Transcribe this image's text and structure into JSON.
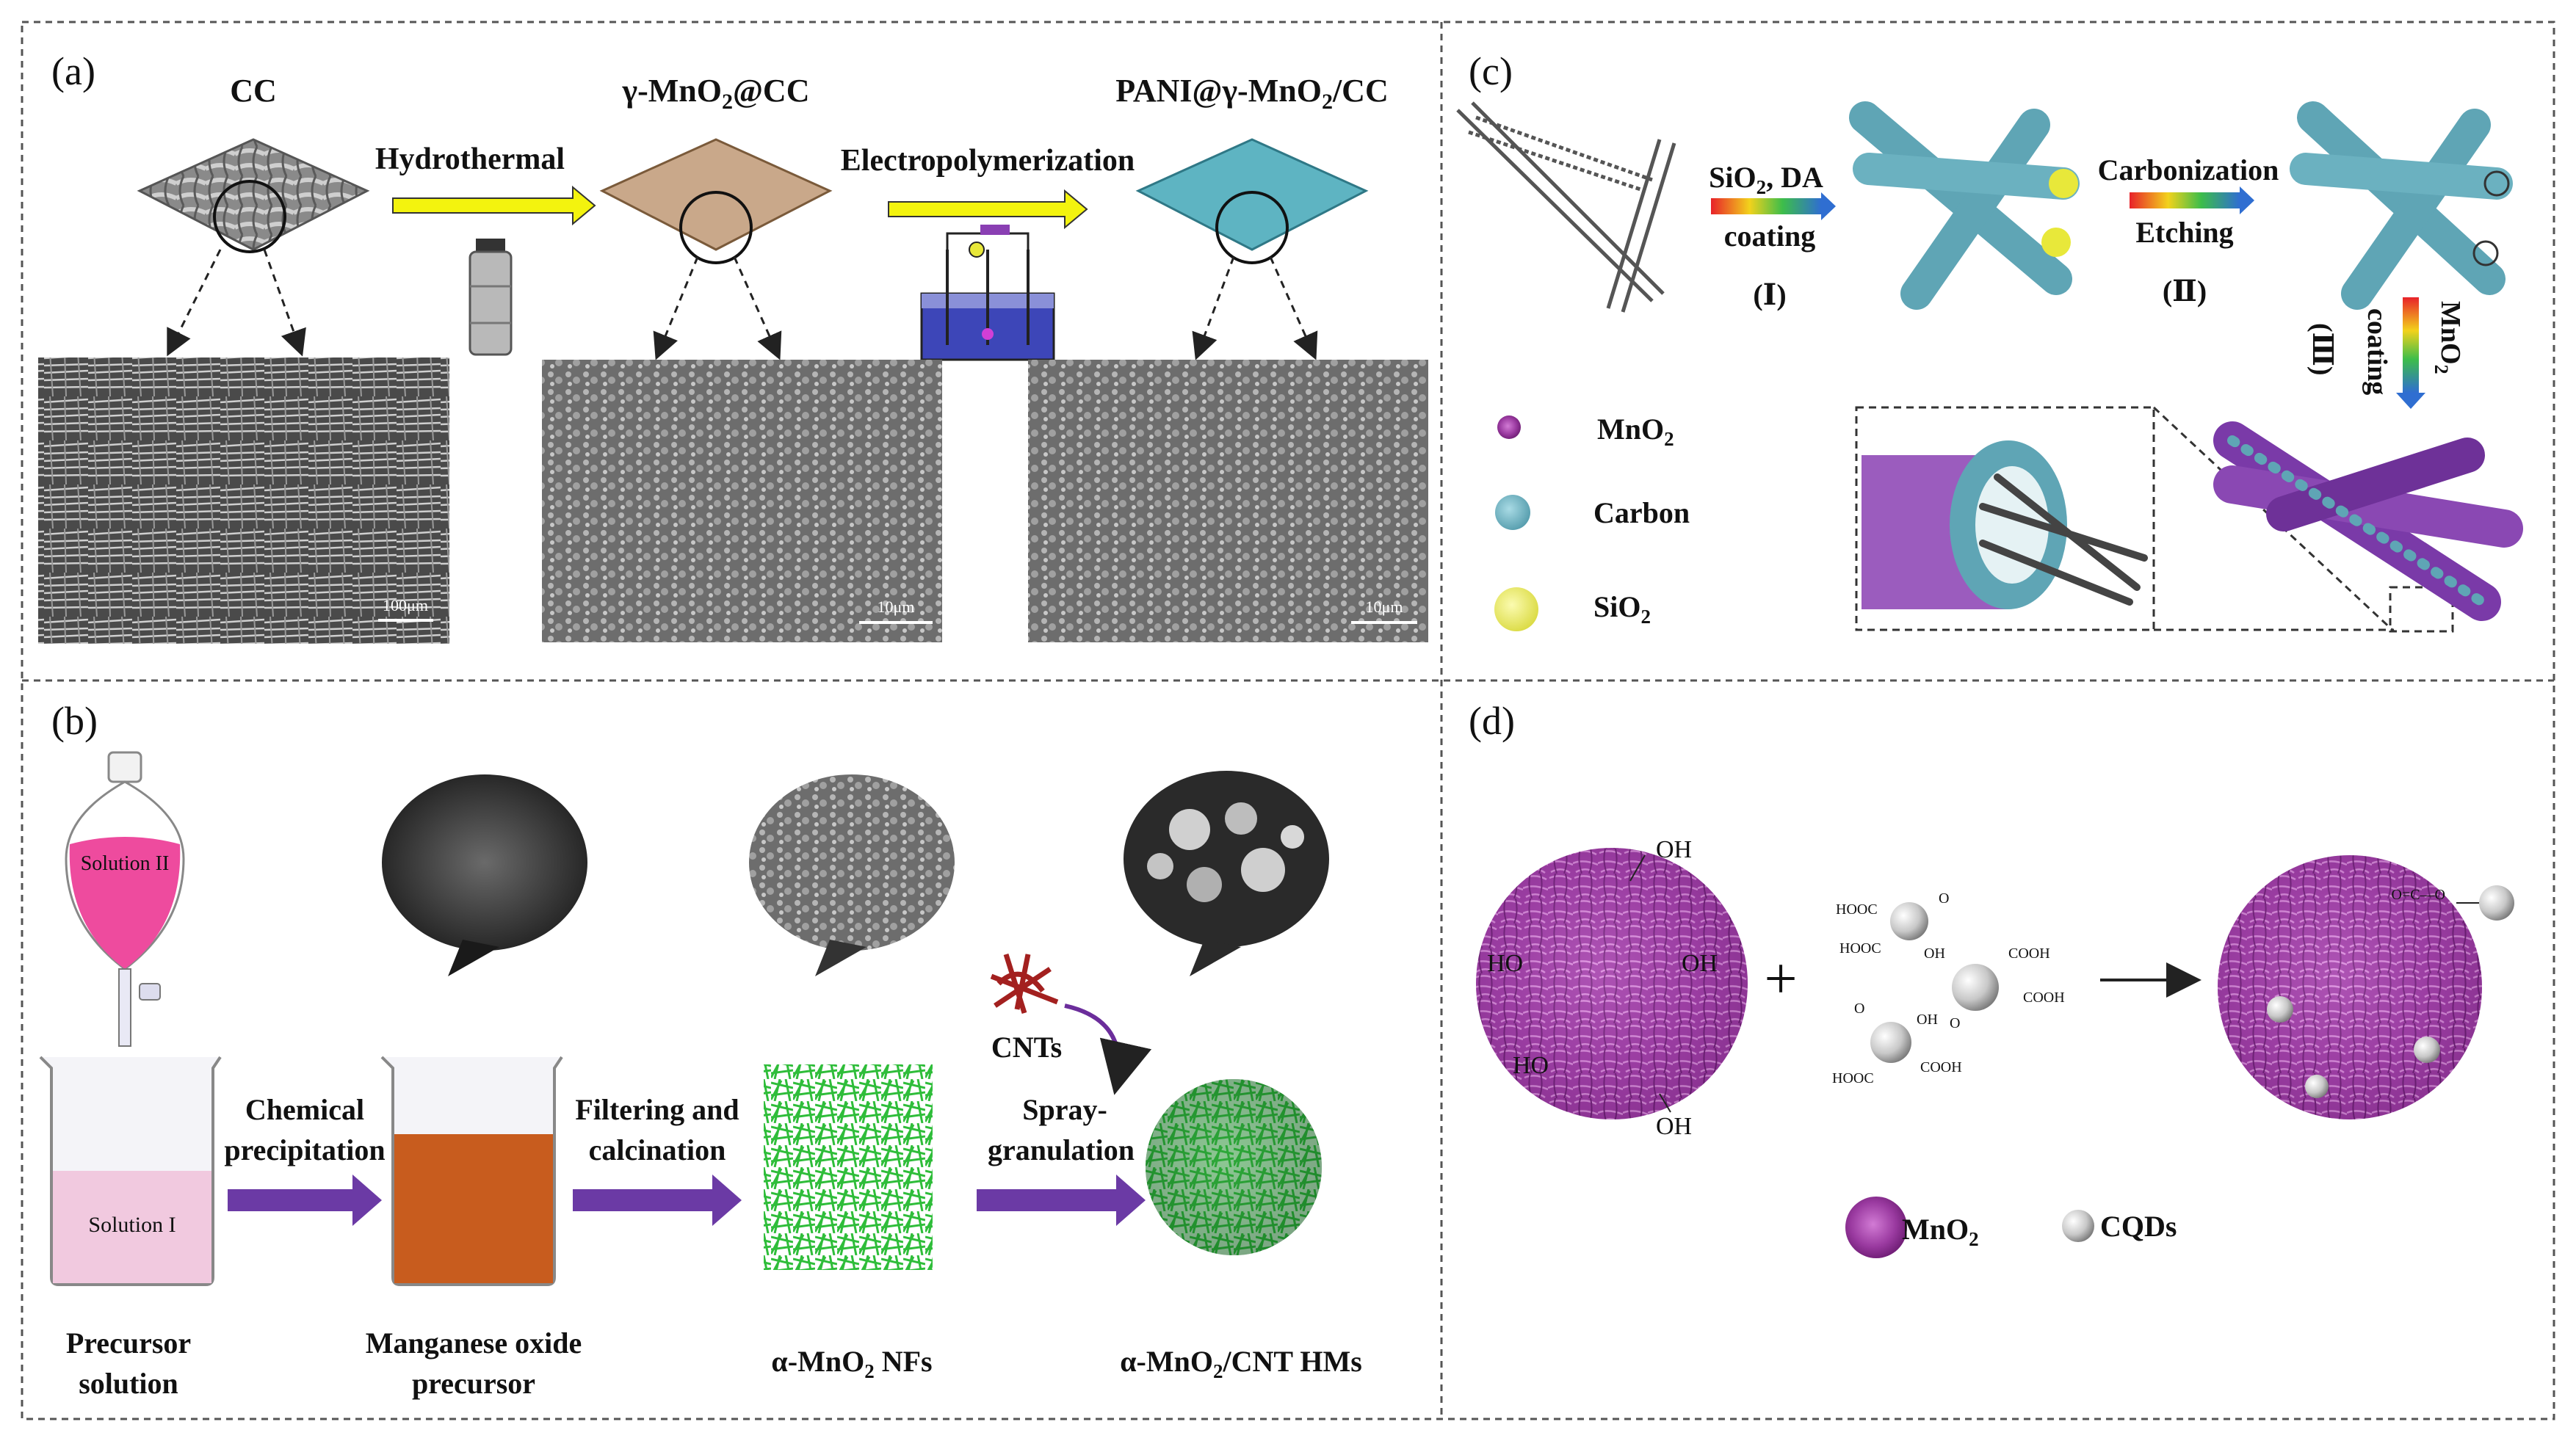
{
  "panels": {
    "a": {
      "letter": "(a)",
      "stage1": "CC",
      "stage2_a": "γ-MnO",
      "stage2_sub": "2",
      "stage2_b": "@CC",
      "stage3_a": "PANI@γ-MnO",
      "stage3_sub": "2",
      "stage3_b": "/CC",
      "arrow1": "Hydrothermal",
      "arrow2": "Electropolymerization",
      "scalebars": [
        "100μm",
        "10μm",
        "10μm"
      ]
    },
    "b": {
      "letter": "(b)",
      "funnel_label": "Solution II",
      "beaker1_label": "Solution I",
      "step1_line1": "Chemical",
      "step1_line2": "precipitation",
      "step2_line1": "Filtering and",
      "step2_line2": "calcination",
      "cnt_label": "CNTs",
      "step3_line1": "Spray-",
      "step3_line2": "granulation",
      "cap1_line1": "Precursor",
      "cap1_line2": "solution",
      "cap2_line1": "Manganese oxide",
      "cap2_line2": "precursor",
      "cap3_a": "α-MnO",
      "cap3_sub": "2",
      "cap3_b": " NFs",
      "cap4_a": "α-MnO",
      "cap4_sub": "2",
      "cap4_b": "/CNT HMs"
    },
    "c": {
      "letter": "(c)",
      "step1_a": "SiO",
      "step1_sub": "2",
      "step1_b": ", DA",
      "step1_line2": "coating",
      "step1_roman": "(Ⅰ)",
      "step2_line1": "Carbonization",
      "step2_line2": "Etching",
      "step2_roman": "(Ⅱ)",
      "step3_a": "MnO",
      "step3_sub": "2",
      "step3_line2": "coating",
      "step3_roman": "(Ⅲ)",
      "legend": [
        {
          "label_a": "MnO",
          "label_sub": "2",
          "color": "#7a2aa8"
        },
        {
          "label_a": "Carbon",
          "label_sub": "",
          "color": "#5fa5b5"
        },
        {
          "label_a": "SiO",
          "label_sub": "2",
          "color": "#e8e85a"
        }
      ]
    },
    "d": {
      "letter": "(d)",
      "oh_labels": [
        "OH",
        "HO",
        "OH",
        "HO",
        "OH"
      ],
      "plus": "+",
      "cqd_groups": [
        "HOOC",
        "HOOC",
        "OH",
        "COOH",
        "COOH",
        "OH",
        "HOOC",
        "COOH",
        "O",
        "O",
        "O"
      ],
      "ester_label": "O=C—O",
      "legend": [
        {
          "label_a": "MnO",
          "label_sub": "2",
          "color": "#a04aa8"
        },
        {
          "label_a": "CQDs",
          "label_sub": "",
          "color": "#d9d9d9"
        }
      ]
    }
  }
}
